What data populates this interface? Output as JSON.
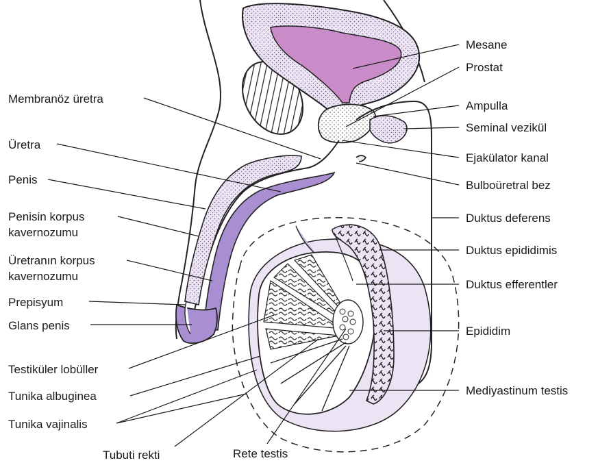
{
  "colors": {
    "tissue_light": "#ece3f4",
    "tissue_mid": "#c9b3e0",
    "organ_pink": "#c98cc8",
    "organ_purple": "#a98fd2",
    "outline": "#222222",
    "background": "#ffffff"
  },
  "labels": {
    "left": [
      "Membranöz üretra",
      "Üretra",
      "Penis",
      "Penisin korpus",
      "kavernozumu",
      "Üretranın korpus",
      "kavernozumu",
      "Prepisyum",
      "Glans penis",
      "Testiküler lobüller",
      "Tunika albuginea",
      "Tunika vajinalis"
    ],
    "bottom": [
      "Tubuti rekti",
      "Rete testis"
    ],
    "right": [
      "Mesane",
      "Prostat",
      "Ampulla",
      "Seminal vezikül",
      "Ejakülator kanal",
      "Bulboüretral bez",
      "Duktus deferens",
      "Duktus epididimis",
      "Duktus efferentler",
      "Epididim",
      "Mediyastinum testis"
    ]
  }
}
